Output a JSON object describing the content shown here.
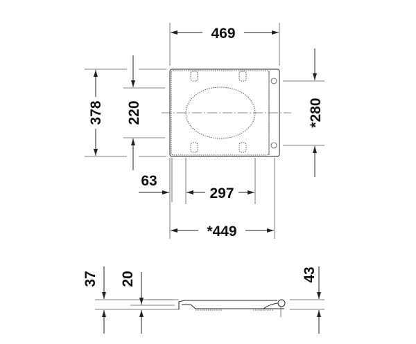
{
  "top_view": {
    "dimensions": {
      "overall_width": "469",
      "overall_length": "378",
      "fixing_distance_length": "220",
      "hinge_spacing": "*280",
      "side_offset": "63",
      "inner_width": "297",
      "base_width": "*449"
    }
  },
  "side_view": {
    "dimensions": {
      "height_front": "37",
      "height_seat": "20",
      "height_hinge": "43"
    }
  },
  "colors": {
    "line": "#222222",
    "background": "#ffffff"
  }
}
